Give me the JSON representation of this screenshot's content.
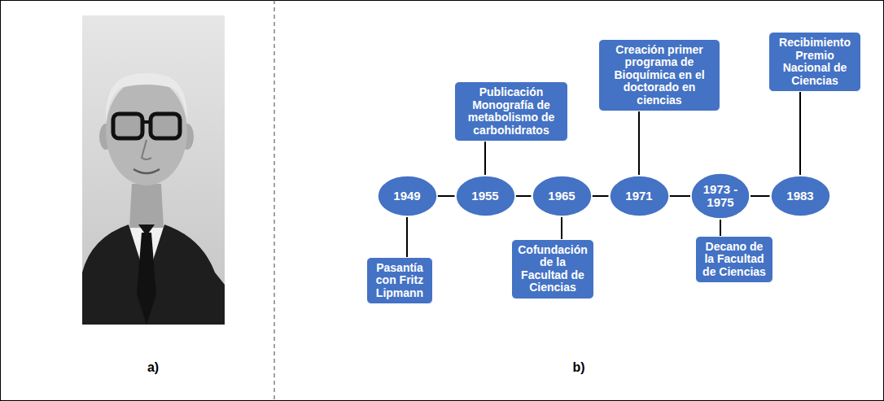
{
  "diagram": {
    "nodes": [
      {
        "text": [
          "1949"
        ]
      },
      {
        "text": [
          "Pasantía con Fritz Lipmann"
        ]
      },
      {
        "text": [
          "1955"
        ]
      },
      {
        "text": [
          "Publicación Monografía de metabolismo de carbohidratos"
        ]
      },
      {
        "text": [
          "1965"
        ]
      },
      {
        "text": [
          "Cofundación de la Facultad de Ciencias"
        ]
      },
      {
        "text": [
          "1971"
        ]
      },
      {
        "text": [
          "Creación primer programa de Bioquímica en el doctorado en ciencias"
        ]
      },
      {
        "text": [
          "1973 - 1975"
        ]
      },
      {
        "text": [
          "Decano de la Facultad de Ciencias"
        ]
      },
      {
        "text": [
          "1983"
        ]
      },
      {
        "text": [
          "Recibimiento Premio Nacional de Ciencias"
        ]
      }
    ],
    "edges": [
      {
        "from": 0,
        "to": 2,
        "arrow": "none"
      },
      {
        "from": 2,
        "to": 4,
        "arrow": "none"
      },
      {
        "from": 4,
        "to": 6,
        "arrow": "none"
      },
      {
        "from": 6,
        "to": 8,
        "arrow": "none"
      },
      {
        "from": 8,
        "to": 10,
        "arrow": "none"
      },
      {
        "from": 0,
        "to": 1,
        "arrow": "none"
      },
      {
        "from": 2,
        "to": 3,
        "arrow": "none"
      },
      {
        "from": 4,
        "to": 5,
        "arrow": "none"
      },
      {
        "from": 6,
        "to": 7,
        "arrow": "none"
      },
      {
        "from": 8,
        "to": 9,
        "arrow": "none"
      },
      {
        "from": 10,
        "to": 11,
        "arrow": "none"
      }
    ],
    "labels": [
      "a)",
      "b)"
    ]
  }
}
